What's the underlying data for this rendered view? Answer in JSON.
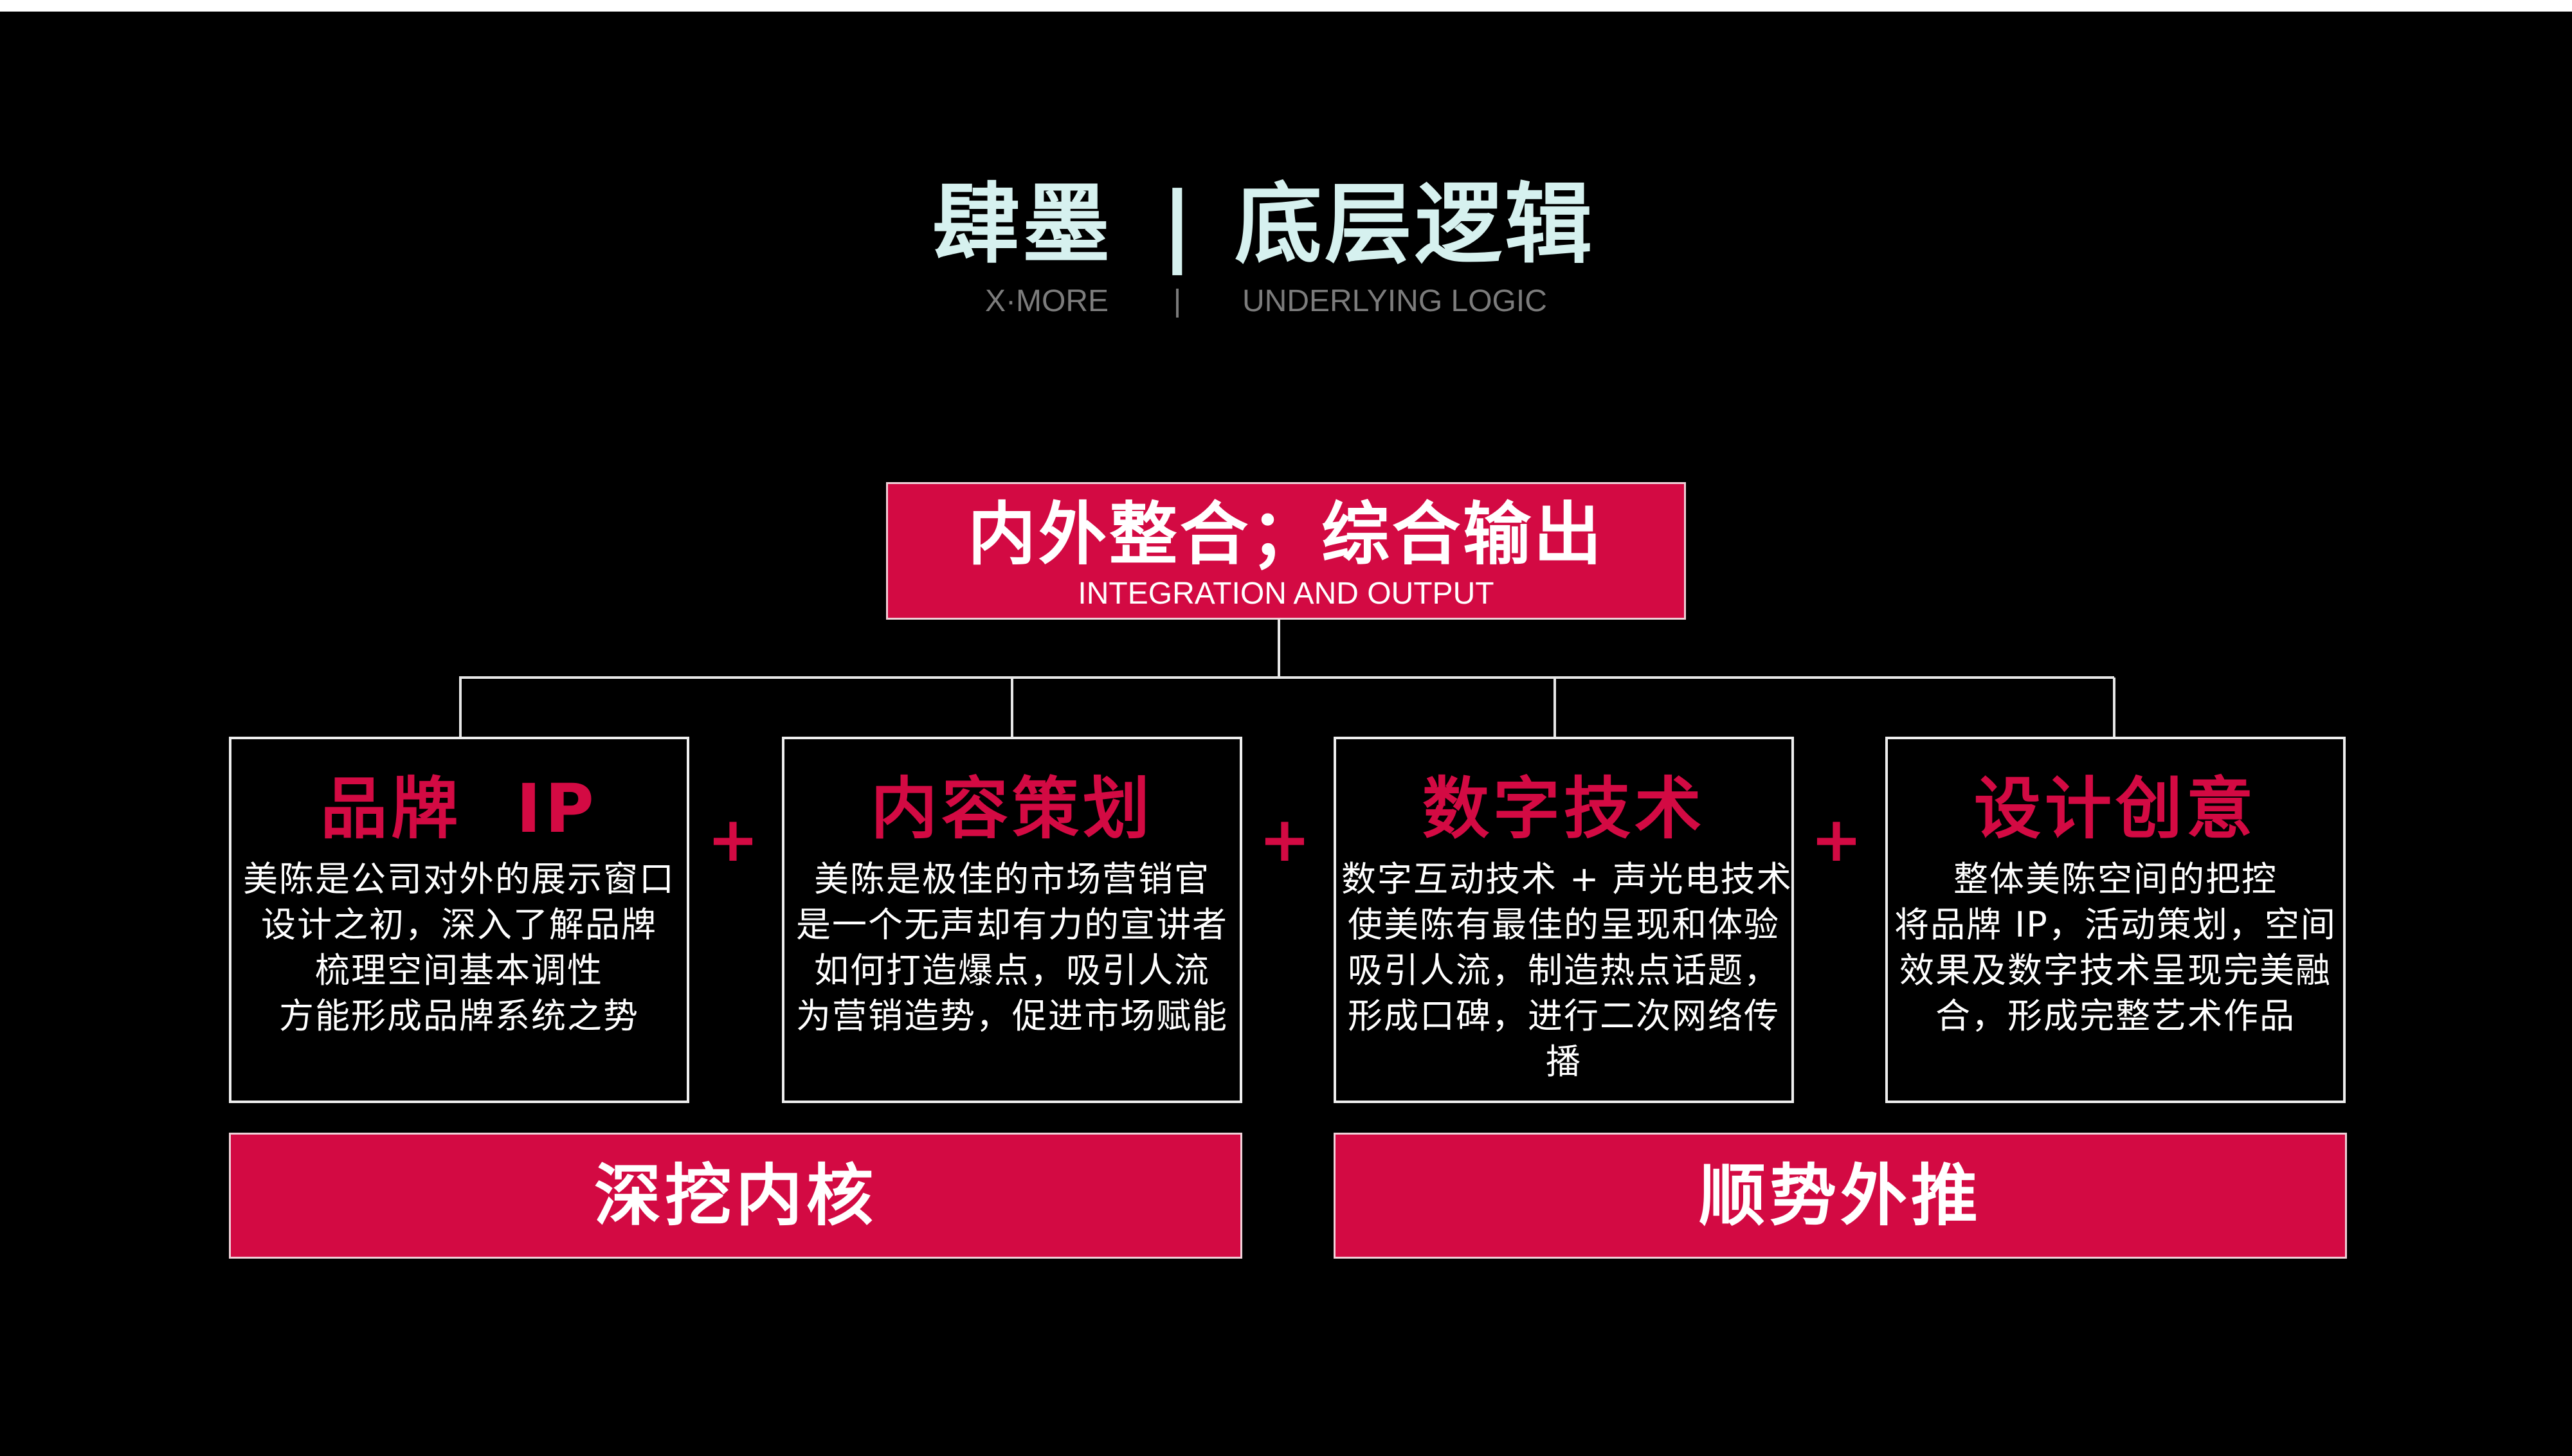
{
  "header": {
    "title_left": "肆墨",
    "title_separator": "|",
    "title_right": "底层逻辑",
    "subtitle_left": "X·MORE",
    "subtitle_separator": "|",
    "subtitle_right": "UNDERLYING LOGIC"
  },
  "top_box": {
    "title": "内外整合；综合输出",
    "subtitle": "INTEGRATION AND OUTPUT"
  },
  "cards": [
    {
      "title": "品牌  IP",
      "lines": [
        "美陈是公司对外的展示窗口",
        "设计之初，深入了解品牌",
        "梳理空间基本调性",
        "方能形成品牌系统之势"
      ]
    },
    {
      "title": "内容策划",
      "lines": [
        "美陈是极佳的市场营销官",
        "是一个无声却有力的宣讲者",
        "如何打造爆点，吸引人流",
        "为营销造势，促进市场赋能"
      ]
    },
    {
      "title": "数字技术",
      "lines": [
        "数字互动技术 + 声光电技术",
        "使美陈有最佳的呈现和体验",
        "吸引人流，制造热点话题，",
        "形成口碑，进行二次网络传",
        "播"
      ]
    },
    {
      "title": "设计创意",
      "lines": [
        "整体美陈空间的把控",
        "将品牌 IP，活动策划，空间",
        "效果及数字技术呈现完美融",
        "合，形成完整艺术作品"
      ]
    }
  ],
  "plus_signs": [
    "+",
    "+",
    "+"
  ],
  "bands": {
    "left": "深挖内核",
    "right": "顺势外推"
  },
  "colors": {
    "accent": "#d30a43",
    "background": "#000000",
    "title": "#d6f1ef",
    "subtitle": "#7c7c7c"
  }
}
